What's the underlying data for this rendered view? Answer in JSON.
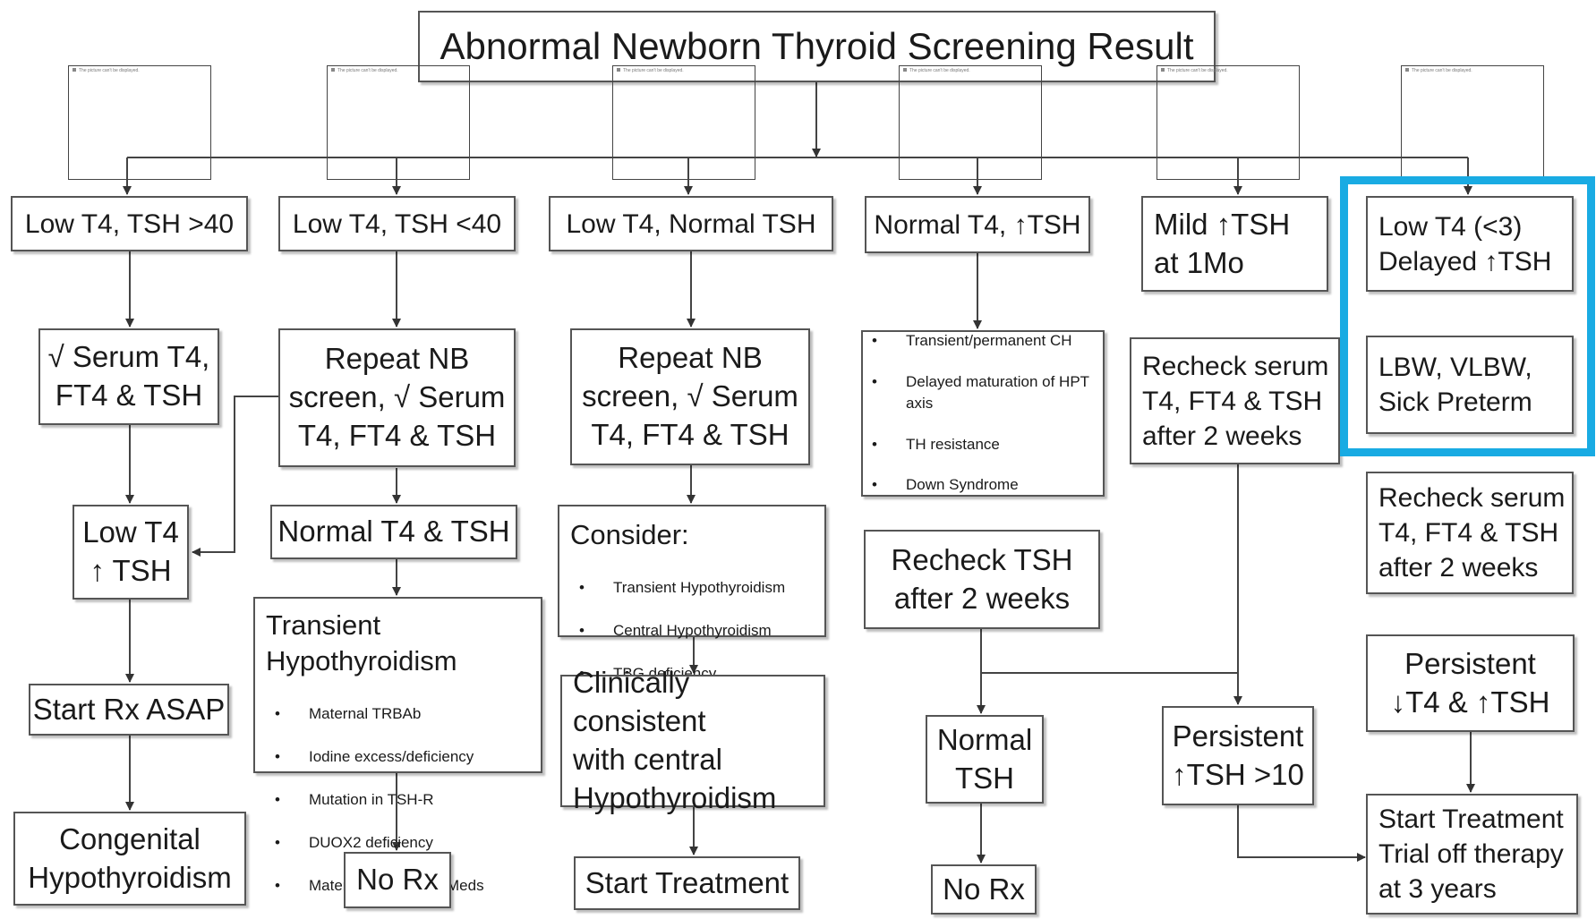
{
  "title": "Abnormal Newborn Thyroid Screening Result",
  "placeholder_caption": "The picture can't be displayed.",
  "accent_color": "#19abe3",
  "col1": {
    "header": "Low T4, TSH >40",
    "step1": "√ Serum T4,\nFT4 & TSH",
    "step2": "Low T4\n↑ TSH",
    "step3": "Start Rx ASAP",
    "result": "Congenital\nHypothyroidism"
  },
  "col2": {
    "header": "Low T4, TSH <40",
    "step1": "Repeat NB\nscreen, √ Serum\nT4, FT4 & TSH",
    "step2": "Normal T4 & TSH",
    "transient_title": "Transient Hypothyroidism",
    "transient_items": [
      "Maternal TRBAb",
      "Iodine excess/deficiency",
      "Mutation in TSH-R",
      "DUOX2 deficiency",
      "Maternal antithyroid Meds"
    ],
    "result": "No Rx"
  },
  "col3": {
    "header": "Low T4, Normal TSH",
    "step1": "Repeat NB\nscreen, √ Serum\nT4, FT4 & TSH",
    "consider_title": "Consider:",
    "consider_items": [
      "Transient Hypothyroidism",
      "Central Hypothyroidism",
      "TBG deficiency"
    ],
    "step3": "Clinically consistent\nwith central\nHypothyroidism",
    "result": "Start Treatment"
  },
  "col4": {
    "header": "Normal T4, ↑TSH",
    "causes": [
      "Transient/permanent CH",
      "Delayed maturation of HPT axis",
      "TH resistance",
      "Down Syndrome"
    ],
    "step2": "Recheck TSH\nafter 2 weeks",
    "step3": "Normal\nTSH",
    "result": "No Rx"
  },
  "col5": {
    "header": "Mild ↑TSH\nat 1Mo",
    "step1": "Recheck serum\nT4, FT4 & TSH\nafter 2 weeks",
    "step2": "Persistent\n↑TSH >10"
  },
  "col6": {
    "header": "Low T4 (<3)\nDelayed ↑TSH",
    "step1": "LBW, VLBW,\nSick Preterm",
    "step2": "Recheck serum\nT4, FT4 & TSH\nafter 2 weeks",
    "step3": "Persistent\n↓T4 & ↑TSH",
    "result": "Start Treatment\nTrial off therapy\nat 3 years"
  }
}
